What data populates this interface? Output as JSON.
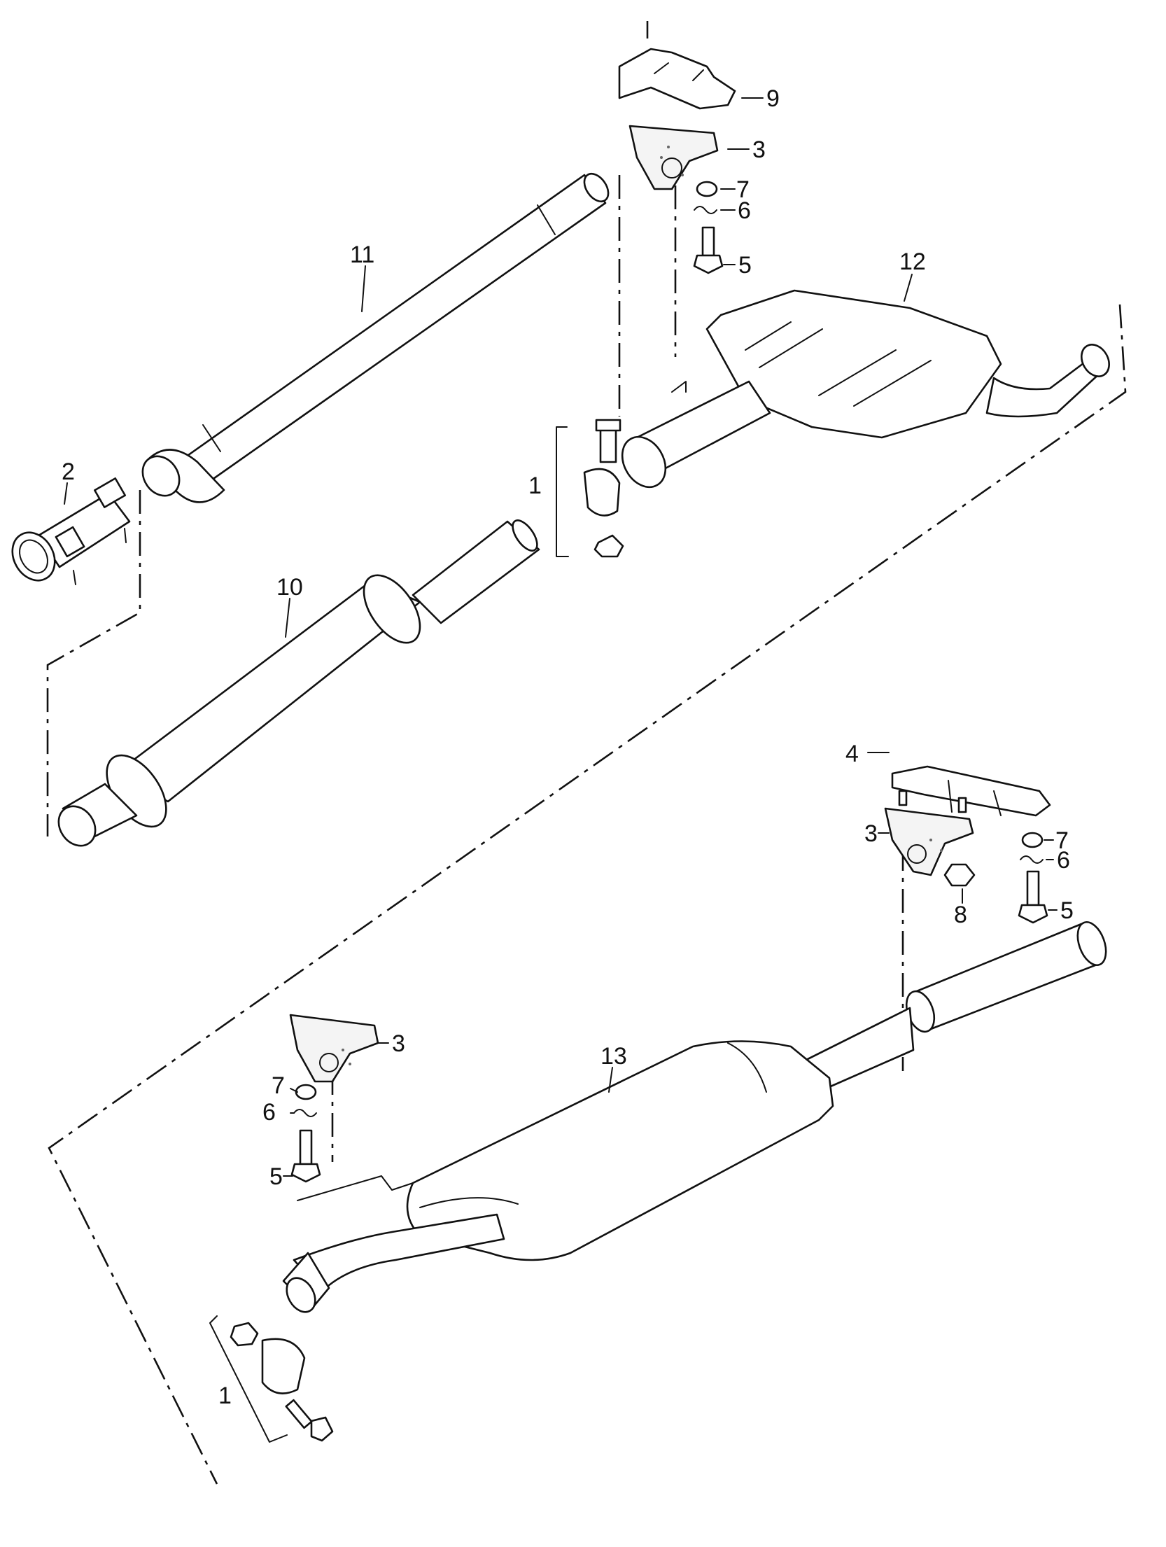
{
  "diagram": {
    "callouts": {
      "c1_top": "1",
      "c1_bottom": "1",
      "c2": "2",
      "c3_top": "3",
      "c3_right": "3",
      "c3_bottom": "3",
      "c4": "4",
      "c5_top": "5",
      "c5_right": "5",
      "c5_bottom": "5",
      "c6_top": "6",
      "c6_right": "6",
      "c6_bottom": "6",
      "c7_top": "7",
      "c7_right": "7",
      "c7_bottom": "7",
      "c8": "8",
      "c9": "9",
      "c10": "10",
      "c11": "11",
      "c12": "12",
      "c13": "13"
    }
  }
}
